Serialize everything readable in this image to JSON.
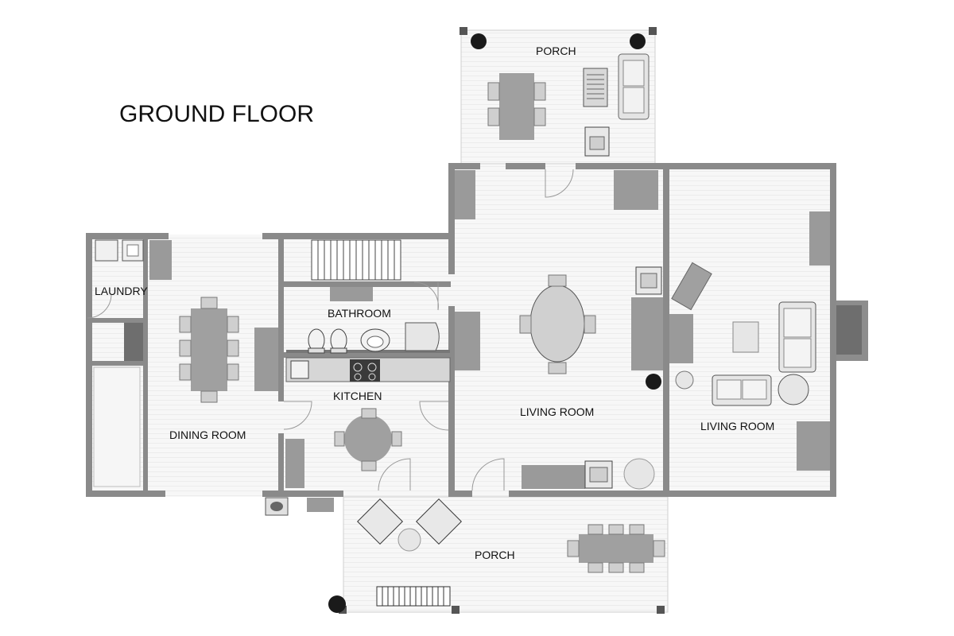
{
  "title": "GROUND FLOOR",
  "rooms": {
    "porch_top": "PORCH",
    "laundry": "LAUNDRY",
    "bathroom": "BATHROOM",
    "kitchen": "KITCHEN",
    "dining_room": "DINING ROOM",
    "living_room_center": "LIVING ROOM",
    "living_room_right": "LIVING ROOM",
    "porch_bottom": "PORCH"
  },
  "colors": {
    "wall": "#8a8a8a",
    "wall_dark": "#6e6e6e",
    "floor": "#f4f4f4",
    "furniture": "#a8a8a8",
    "furniture_light": "#dcdcdc",
    "plant": "#1a1a1a"
  }
}
